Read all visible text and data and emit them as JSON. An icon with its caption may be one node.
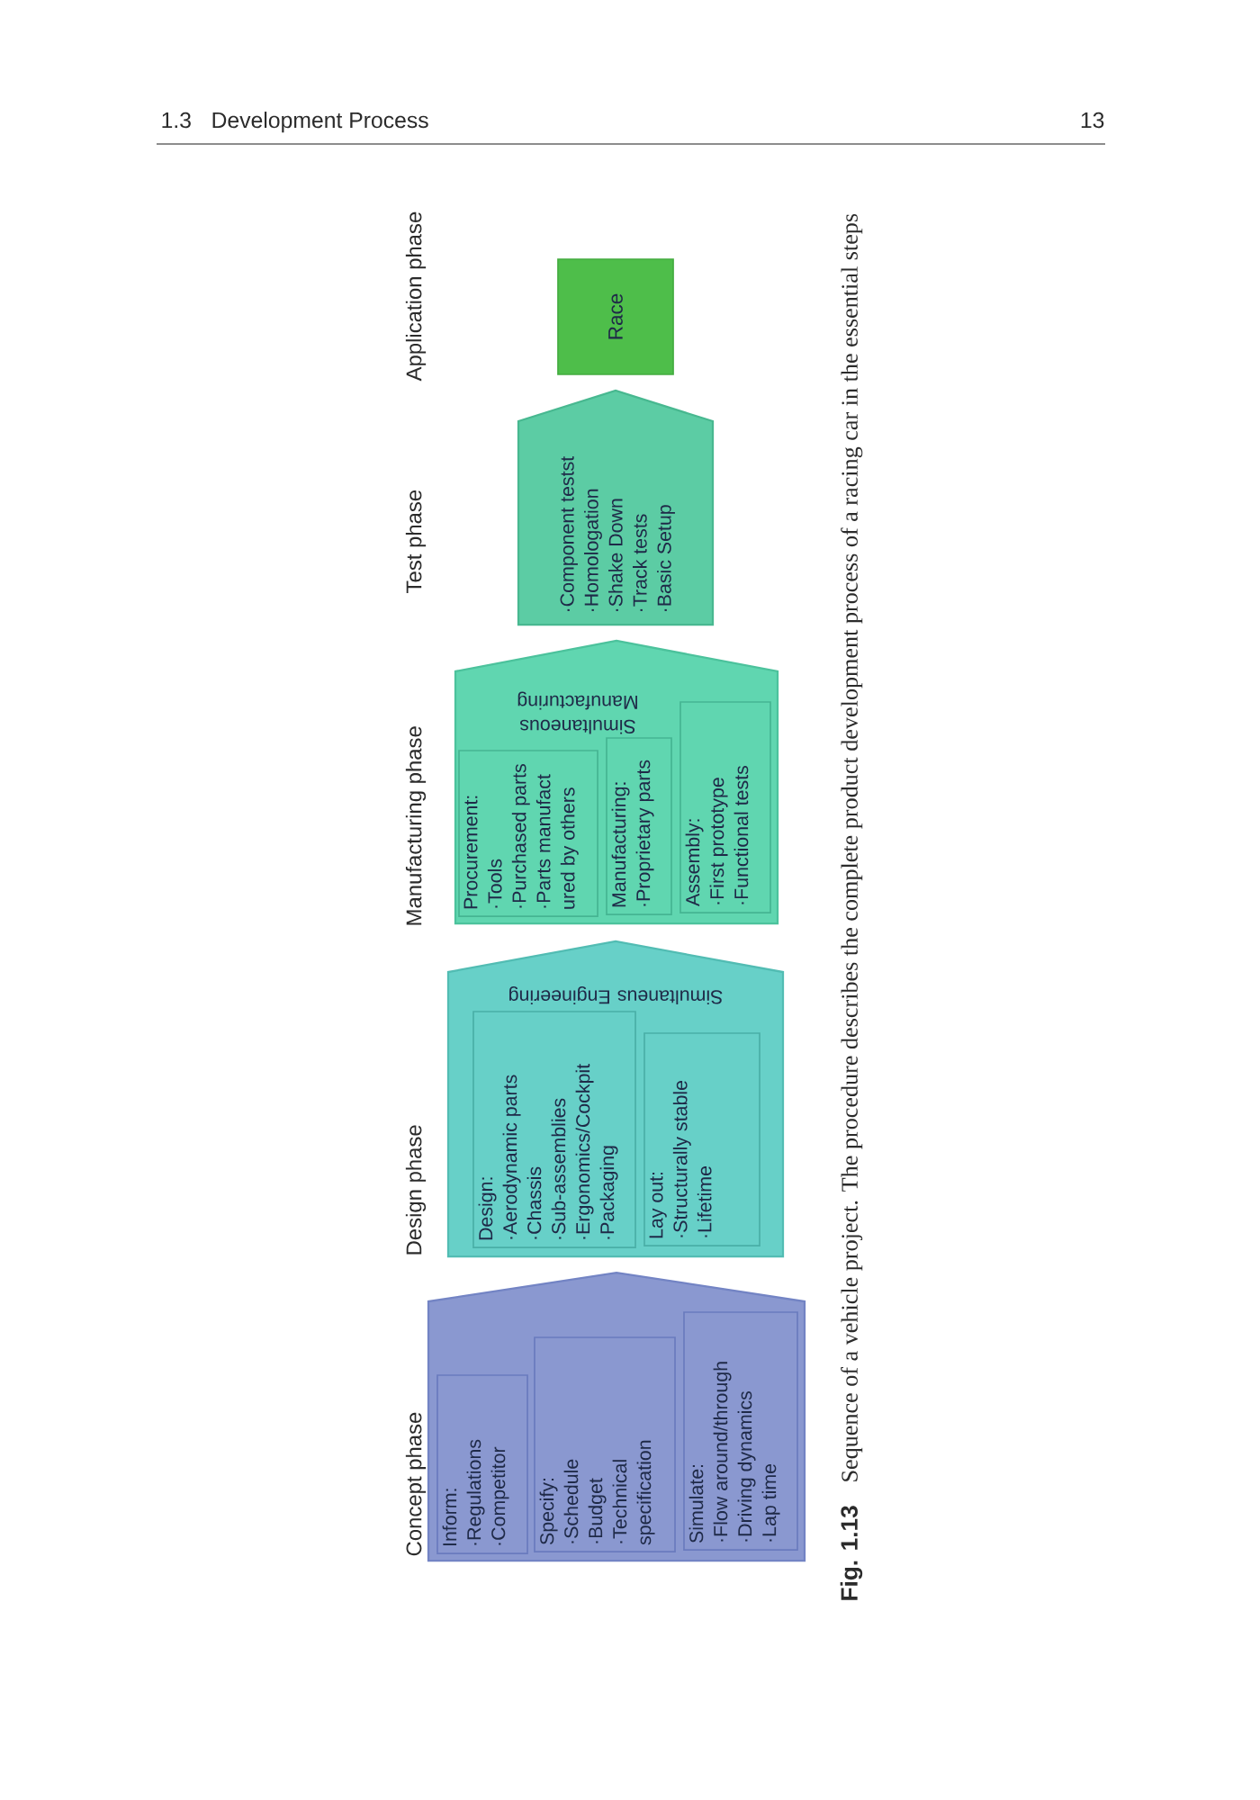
{
  "diagram": {
    "caption": "**Fig. 1.13** Sequence of a vehicle project. The procedure describes the complete product development process of a racing car in the essential steps",
    "nodes": [
      {
        "text": [
          "Concept phase"
        ]
      },
      {
        "text": [
          "Inform:",
          "·Regulations",
          "·Competitor"
        ],
        "in": 0
      },
      {
        "text": [
          "Specify:",
          "·Schedule",
          "·Budget",
          "·Technical specification"
        ],
        "in": 0
      },
      {
        "text": [
          "Simulate:",
          "·Flow around/through",
          "·Driving dynamics",
          "·Lap time"
        ],
        "in": 0
      },
      {
        "text": [
          "Design phase",
          "Simultaneus Engineering"
        ]
      },
      {
        "text": [
          "Design:",
          "·Aerodynamic parts",
          "·Chassis",
          "·Sub-assemblies",
          "·Ergonomics/Cockpit",
          "·Packaging"
        ],
        "in": 4
      },
      {
        "text": [
          "Lay out:",
          "·Structurally stable",
          "·Lifetime"
        ],
        "in": 4
      },
      {
        "text": [
          "Manufacturing phase",
          "Simultaneous Manufacturing"
        ]
      },
      {
        "text": [
          "Procurement:",
          "·Tools",
          "·Purchased parts",
          "·Parts manufact ured by others"
        ],
        "in": 7
      },
      {
        "text": [
          "Manufacturing:",
          "·Proprietary parts"
        ],
        "in": 7
      },
      {
        "text": [
          "Assembly:",
          "·First prototype",
          "·Functional tests"
        ],
        "in": 7
      },
      {
        "text": [
          "Test phase",
          "·Component testst",
          "·Homologation",
          "·Shake Down",
          "·Track tests",
          "·Basic Setup"
        ]
      },
      {
        "text": [
          "Race"
        ]
      }
    ],
    "labels": [
      "1.3",
      "Development Process",
      "13",
      "Application phase"
    ]
  }
}
